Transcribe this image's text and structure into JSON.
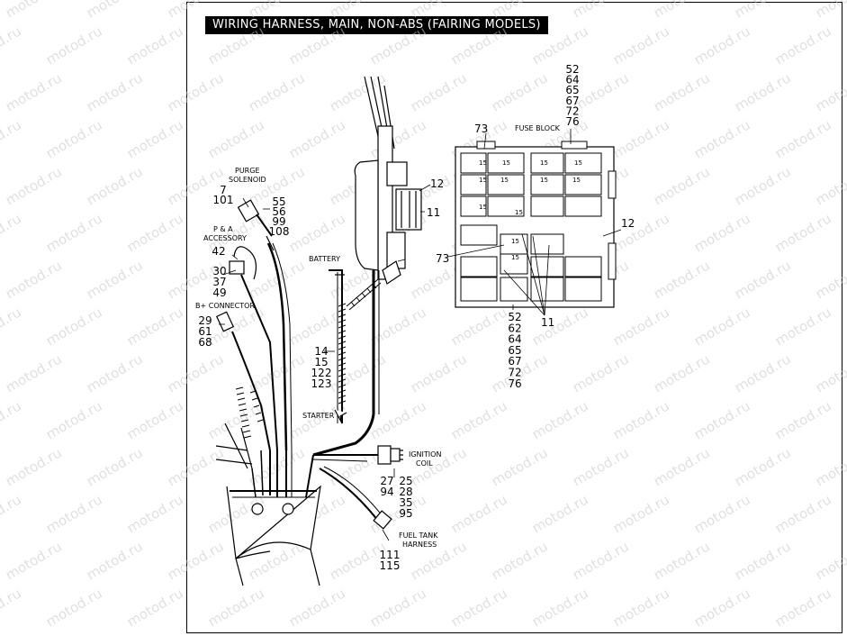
{
  "title": "WIRING HARNESS, MAIN, NON-ABS (FAIRING MODELS)",
  "watermark": "motod.ru",
  "labels": {
    "purge_solenoid_1": "PURGE",
    "purge_solenoid_2": "SOLENOID",
    "pa_accessory_1": "P & A",
    "pa_accessory_2": "ACCESSORY",
    "b_plus_connector": "B+ CONNECTOR",
    "battery": "BATTERY",
    "starter": "STARTER",
    "ignition_coil_1": "IGNITION",
    "ignition_coil_2": "COIL",
    "fuel_tank_1": "FUEL TANK",
    "fuel_tank_2": "HARNESS",
    "fuse_block": "FUSE BLOCK"
  },
  "callouts": {
    "purge": [
      "7",
      "101"
    ],
    "purge_right": [
      "55",
      "56",
      "99",
      "108"
    ],
    "pa": [
      "42"
    ],
    "pa_list": [
      "30",
      "37",
      "49"
    ],
    "bplus": [
      "29",
      "61",
      "68"
    ],
    "battery_list": [
      "14",
      "15",
      "122",
      "123"
    ],
    "ecm_12": "12",
    "ecm_11": "11",
    "ign_left": [
      "27",
      "94"
    ],
    "ign_right": [
      "25",
      "28",
      "35",
      "95"
    ],
    "fuel": [
      "111",
      "115"
    ],
    "fuse_top": [
      "52",
      "64",
      "65",
      "67",
      "72",
      "76"
    ],
    "fuse_73_top": "73",
    "fuse_73_left": "73",
    "fuse_12": "12",
    "fuse_11": "11",
    "fuse_bottom": [
      "52",
      "62",
      "64",
      "65",
      "67",
      "72",
      "76"
    ]
  },
  "fuse_value": "15",
  "colors": {
    "ink": "#000000",
    "paper": "#ffffff",
    "watermark": "#c8c8c8"
  }
}
